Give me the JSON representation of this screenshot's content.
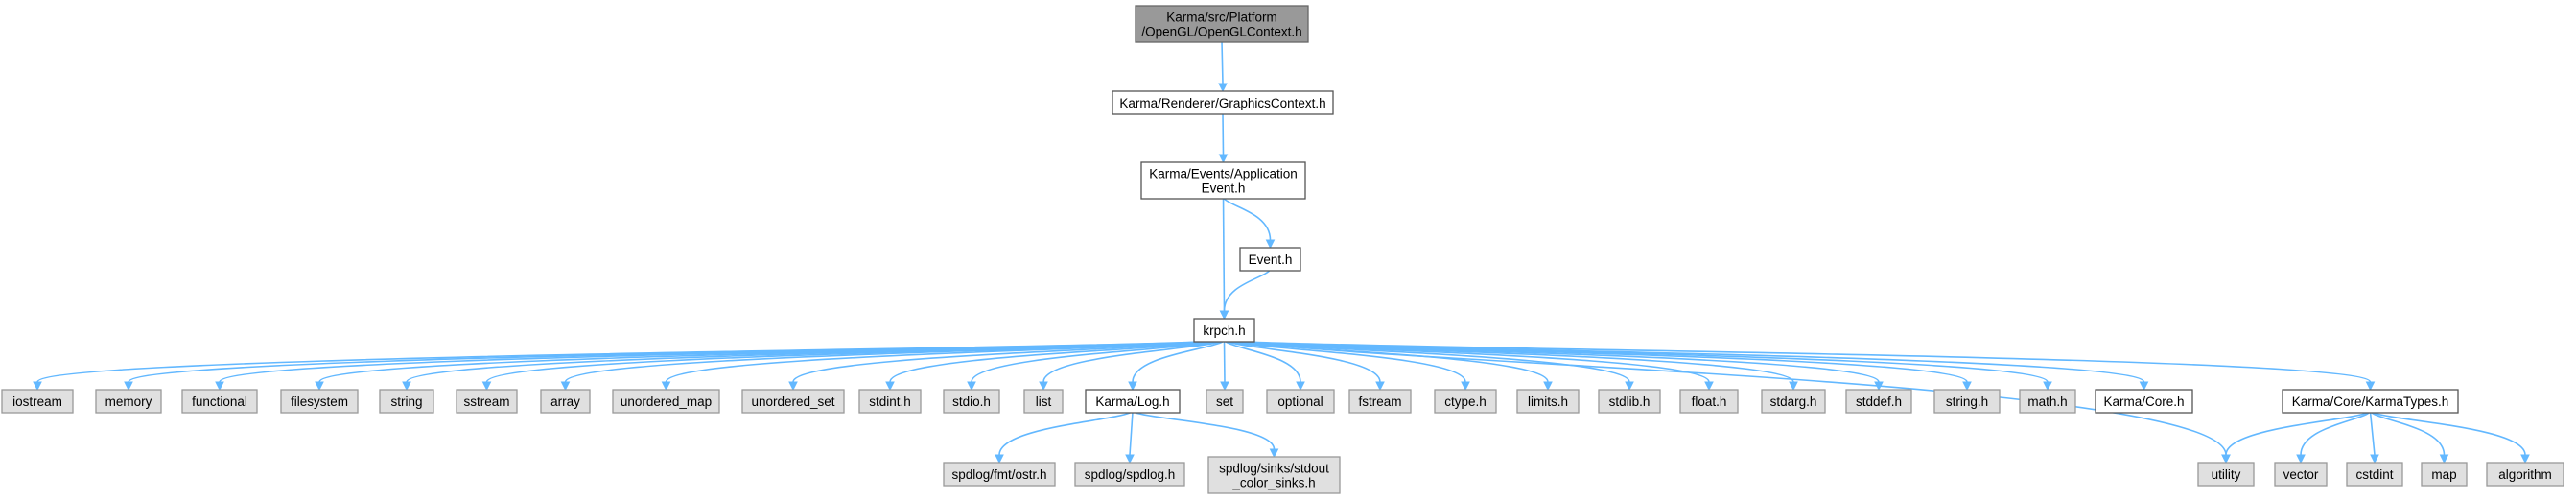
{
  "graph": {
    "nodes": [
      {
        "id": "opengl_context",
        "lines": [
          "Karma/src/Platform",
          "/OpenGL/OpenGLContext.h"
        ],
        "kind": "root"
      },
      {
        "id": "graphics_context",
        "lines": [
          "Karma/Renderer/GraphicsContext.h"
        ],
        "kind": "local"
      },
      {
        "id": "application_event",
        "lines": [
          "Karma/Events/Application",
          "Event.h"
        ],
        "kind": "local"
      },
      {
        "id": "event_h",
        "lines": [
          "Event.h"
        ],
        "kind": "local"
      },
      {
        "id": "krpch_h",
        "lines": [
          "krpch.h"
        ],
        "kind": "local"
      },
      {
        "id": "iostream",
        "lines": [
          "iostream"
        ],
        "kind": "system"
      },
      {
        "id": "memory",
        "lines": [
          "memory"
        ],
        "kind": "system"
      },
      {
        "id": "functional",
        "lines": [
          "functional"
        ],
        "kind": "system"
      },
      {
        "id": "filesystem",
        "lines": [
          "filesystem"
        ],
        "kind": "system"
      },
      {
        "id": "string",
        "lines": [
          "string"
        ],
        "kind": "system"
      },
      {
        "id": "sstream",
        "lines": [
          "sstream"
        ],
        "kind": "system"
      },
      {
        "id": "array",
        "lines": [
          "array"
        ],
        "kind": "system"
      },
      {
        "id": "unordered_map",
        "lines": [
          "unordered_map"
        ],
        "kind": "system"
      },
      {
        "id": "unordered_set",
        "lines": [
          "unordered_set"
        ],
        "kind": "system"
      },
      {
        "id": "stdint_h",
        "lines": [
          "stdint.h"
        ],
        "kind": "system"
      },
      {
        "id": "stdio_h",
        "lines": [
          "stdio.h"
        ],
        "kind": "system"
      },
      {
        "id": "list",
        "lines": [
          "list"
        ],
        "kind": "system"
      },
      {
        "id": "karma_log",
        "lines": [
          "Karma/Log.h"
        ],
        "kind": "local"
      },
      {
        "id": "set",
        "lines": [
          "set"
        ],
        "kind": "system"
      },
      {
        "id": "optional",
        "lines": [
          "optional"
        ],
        "kind": "system"
      },
      {
        "id": "fstream",
        "lines": [
          "fstream"
        ],
        "kind": "system"
      },
      {
        "id": "ctype_h",
        "lines": [
          "ctype.h"
        ],
        "kind": "system"
      },
      {
        "id": "limits_h",
        "lines": [
          "limits.h"
        ],
        "kind": "system"
      },
      {
        "id": "stdlib_h",
        "lines": [
          "stdlib.h"
        ],
        "kind": "system"
      },
      {
        "id": "float_h",
        "lines": [
          "float.h"
        ],
        "kind": "system"
      },
      {
        "id": "stdarg_h",
        "lines": [
          "stdarg.h"
        ],
        "kind": "system"
      },
      {
        "id": "stddef_h",
        "lines": [
          "stddef.h"
        ],
        "kind": "system"
      },
      {
        "id": "string_h",
        "lines": [
          "string.h"
        ],
        "kind": "system"
      },
      {
        "id": "math_h",
        "lines": [
          "math.h"
        ],
        "kind": "system"
      },
      {
        "id": "karma_core",
        "lines": [
          "Karma/Core.h"
        ],
        "kind": "local"
      },
      {
        "id": "karma_types",
        "lines": [
          "Karma/Core/KarmaTypes.h"
        ],
        "kind": "local"
      },
      {
        "id": "fmt_ostr",
        "lines": [
          "spdlog/fmt/ostr.h"
        ],
        "kind": "system"
      },
      {
        "id": "spdlog_h",
        "lines": [
          "spdlog/spdlog.h"
        ],
        "kind": "system"
      },
      {
        "id": "stdout_sinks",
        "lines": [
          "spdlog/sinks/stdout",
          "_color_sinks.h"
        ],
        "kind": "system"
      },
      {
        "id": "utility",
        "lines": [
          "utility"
        ],
        "kind": "system"
      },
      {
        "id": "vector",
        "lines": [
          "vector"
        ],
        "kind": "system"
      },
      {
        "id": "cstdint",
        "lines": [
          "cstdint"
        ],
        "kind": "system"
      },
      {
        "id": "map",
        "lines": [
          "map"
        ],
        "kind": "system"
      },
      {
        "id": "algorithm",
        "lines": [
          "algorithm"
        ],
        "kind": "system"
      }
    ],
    "edges": [
      [
        "opengl_context",
        "graphics_context"
      ],
      [
        "graphics_context",
        "application_event"
      ],
      [
        "application_event",
        "krpch_h"
      ],
      [
        "application_event",
        "event_h"
      ],
      [
        "event_h",
        "krpch_h"
      ],
      [
        "krpch_h",
        "iostream"
      ],
      [
        "krpch_h",
        "memory"
      ],
      [
        "krpch_h",
        "functional"
      ],
      [
        "krpch_h",
        "filesystem"
      ],
      [
        "krpch_h",
        "string"
      ],
      [
        "krpch_h",
        "sstream"
      ],
      [
        "krpch_h",
        "array"
      ],
      [
        "krpch_h",
        "unordered_map"
      ],
      [
        "krpch_h",
        "unordered_set"
      ],
      [
        "krpch_h",
        "stdint_h"
      ],
      [
        "krpch_h",
        "stdio_h"
      ],
      [
        "krpch_h",
        "list"
      ],
      [
        "krpch_h",
        "karma_log"
      ],
      [
        "krpch_h",
        "set"
      ],
      [
        "krpch_h",
        "optional"
      ],
      [
        "krpch_h",
        "fstream"
      ],
      [
        "krpch_h",
        "ctype_h"
      ],
      [
        "krpch_h",
        "limits_h"
      ],
      [
        "krpch_h",
        "stdlib_h"
      ],
      [
        "krpch_h",
        "float_h"
      ],
      [
        "krpch_h",
        "stdarg_h"
      ],
      [
        "krpch_h",
        "stddef_h"
      ],
      [
        "krpch_h",
        "string_h"
      ],
      [
        "krpch_h",
        "math_h"
      ],
      [
        "krpch_h",
        "karma_core"
      ],
      [
        "krpch_h",
        "utility"
      ],
      [
        "krpch_h",
        "karma_types"
      ],
      [
        "karma_log",
        "fmt_ostr"
      ],
      [
        "karma_log",
        "spdlog_h"
      ],
      [
        "karma_log",
        "stdout_sinks"
      ],
      [
        "karma_types",
        "utility"
      ],
      [
        "karma_types",
        "vector"
      ],
      [
        "karma_types",
        "cstdint"
      ],
      [
        "karma_types",
        "map"
      ],
      [
        "karma_types",
        "algorithm"
      ]
    ]
  },
  "colors": {
    "edge": "#63b8ff",
    "root_fill": "#999999",
    "local_fill": "#ffffff",
    "system_fill": "#e0e0e0"
  }
}
